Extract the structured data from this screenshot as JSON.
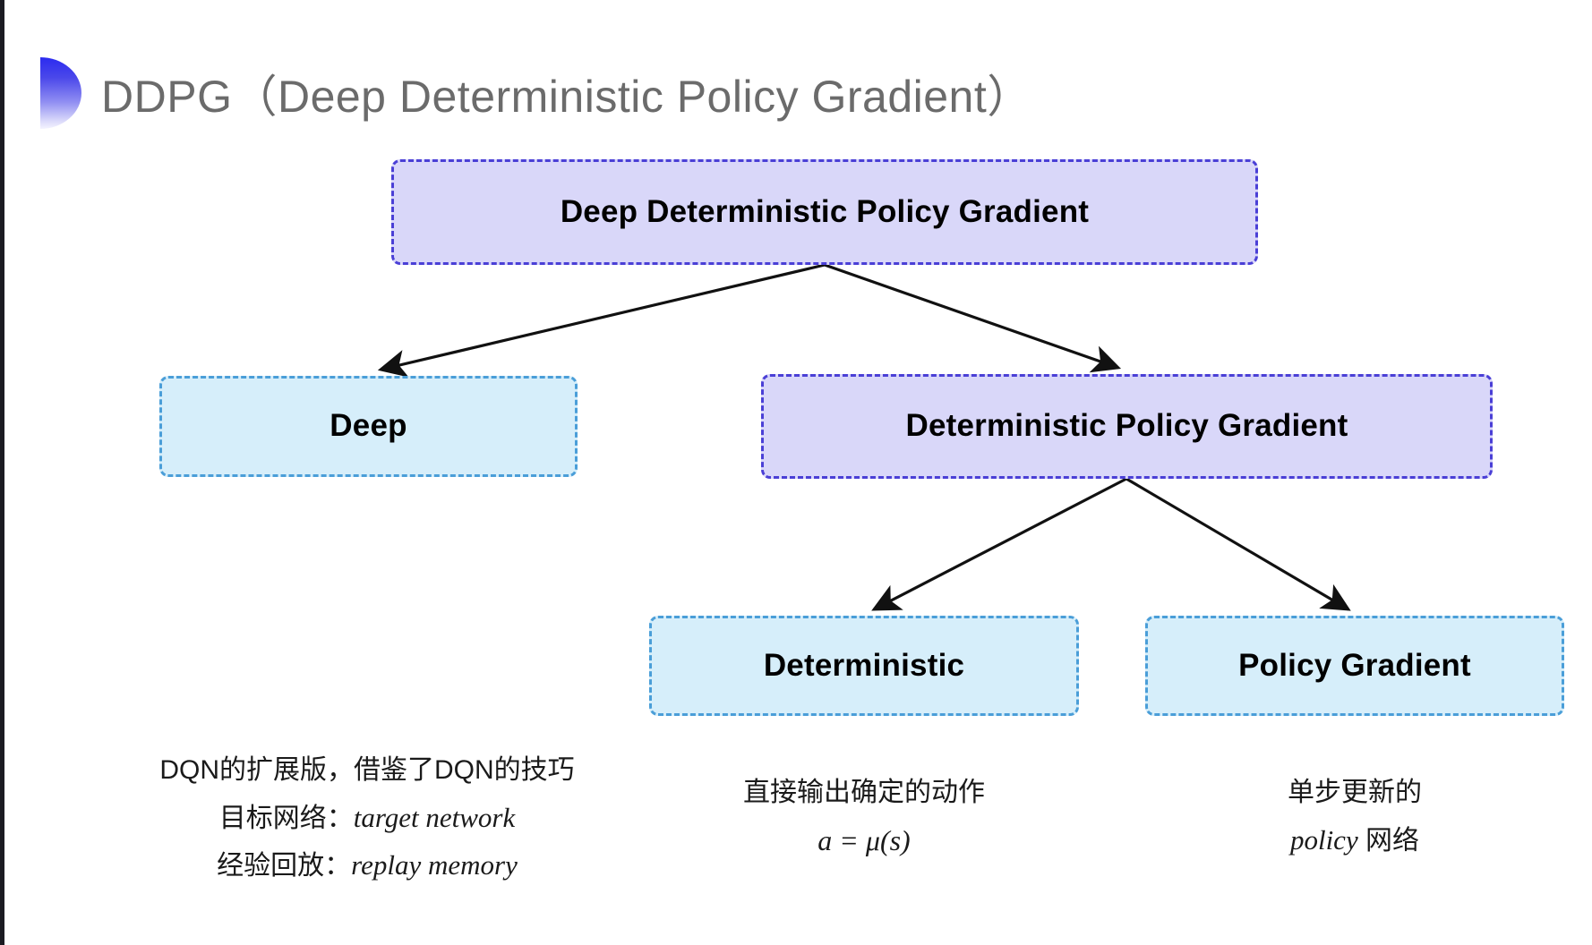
{
  "slide": {
    "title": "DDPG（Deep Deterministic Policy Gradient）",
    "bullet_icon": "half-circle-bullet-icon",
    "background_color": "#ffffff"
  },
  "colors": {
    "purple_fill": "#d9d7f9",
    "purple_border": "#4a3fd6",
    "blue_fill": "#d6eefa",
    "blue_border": "#4a9ed8",
    "title_text": "#6b6b6b",
    "arrow": "#111111"
  },
  "diagram": {
    "nodes": [
      {
        "id": "root",
        "label": "Deep Deterministic Policy Gradient",
        "style": "purple"
      },
      {
        "id": "deep",
        "label": "Deep",
        "style": "blue"
      },
      {
        "id": "dpg",
        "label": "Deterministic Policy Gradient",
        "style": "purple"
      },
      {
        "id": "det",
        "label": "Deterministic",
        "style": "blue"
      },
      {
        "id": "pg",
        "label": "Policy Gradient",
        "style": "blue"
      }
    ],
    "edges": [
      {
        "from": "root",
        "to": "deep"
      },
      {
        "from": "root",
        "to": "dpg"
      },
      {
        "from": "dpg",
        "to": "det"
      },
      {
        "from": "dpg",
        "to": "pg"
      }
    ]
  },
  "annotations": {
    "deep": {
      "line1": "DQN的扩展版，借鉴了DQN的技巧",
      "line2_label": "目标网络：",
      "line2_term": "target network",
      "line3_label": "经验回放：",
      "line3_term": "replay memory"
    },
    "deterministic": {
      "line1": "直接输出确定的动作",
      "formula": "a = μ(s)"
    },
    "policy_gradient": {
      "line1": "单步更新的",
      "line2_term": "policy",
      "line2_suffix": " 网络"
    }
  }
}
